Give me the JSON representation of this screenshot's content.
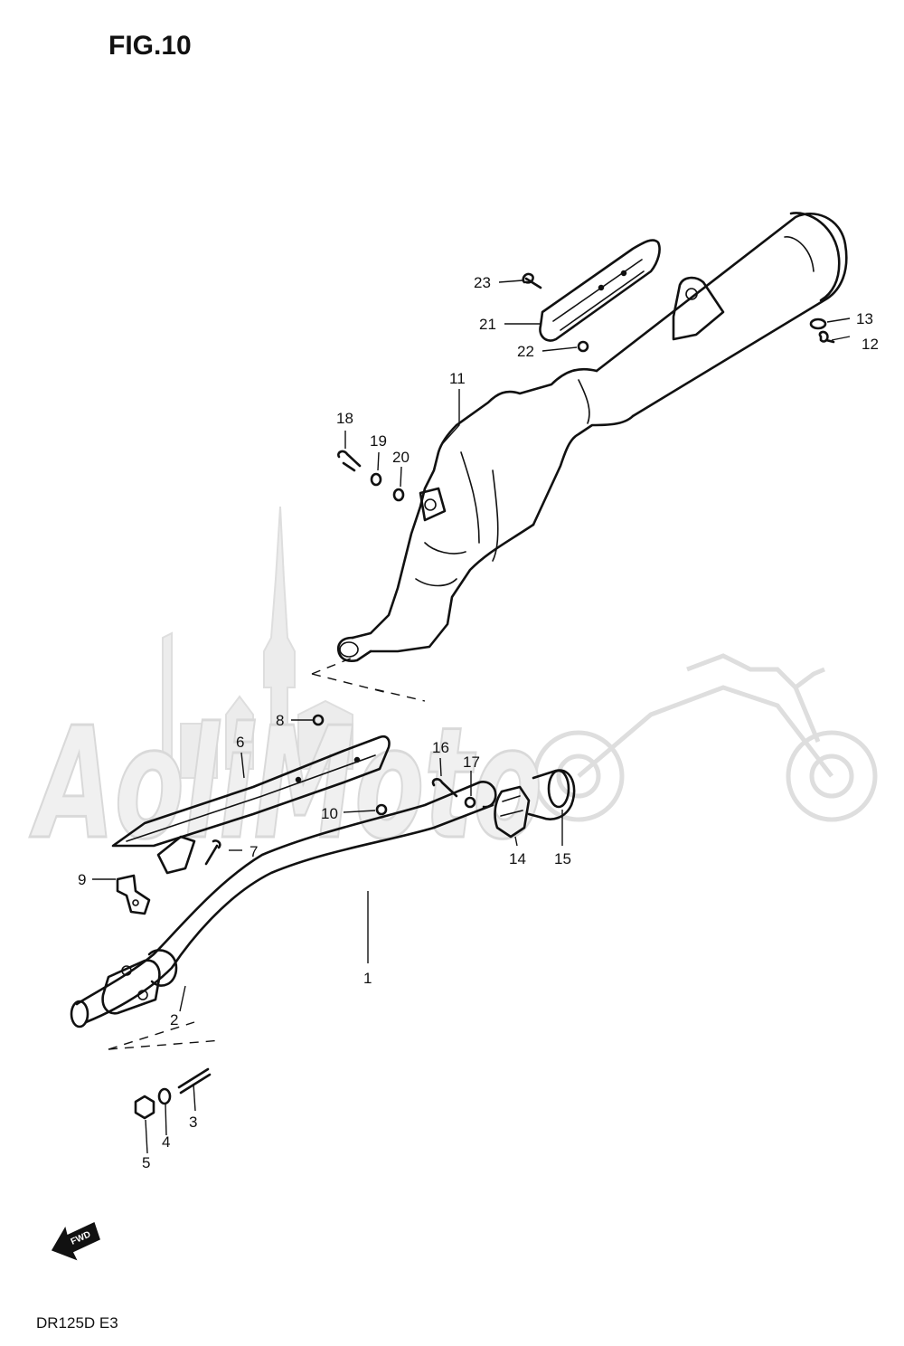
{
  "figure": {
    "title": "FIG.10",
    "model_code": "DR125D  E3",
    "fwd_label": "FWD",
    "watermark_text": "AoliMoto"
  },
  "callouts": [
    "1",
    "2",
    "3",
    "4",
    "5",
    "6",
    "7",
    "8",
    "9",
    "10",
    "11",
    "12",
    "13",
    "14",
    "15",
    "16",
    "17",
    "18",
    "19",
    "20",
    "21",
    "22",
    "23"
  ]
}
